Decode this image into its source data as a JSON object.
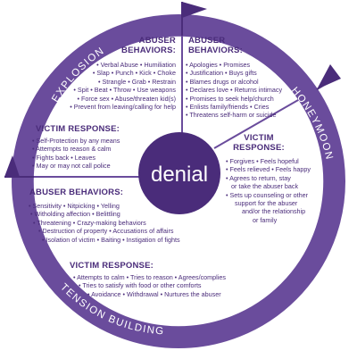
{
  "colors": {
    "ring": "#6a4c9c",
    "text": "#4a2c7a",
    "center": "#4a2c7a"
  },
  "ring": {
    "explosion": "EXPLOSION",
    "honeymoon": "HONEYMOON",
    "tension_building": "TENSION BUILDING"
  },
  "center": "denial",
  "explosion_abuser": {
    "heading_line1": "ABUSER",
    "heading_line2": "BEHAVIORS:",
    "items": [
      "• Verbal Abuse • Humiliation",
      "• Slap • Punch • Kick • Choke",
      "• Strangle • Grab • Restrain",
      "• Spit • Beat • Throw • Use weapons",
      "• Force sex • Abuse/threaten kid(s)",
      "• Prevent from leaving/calling for help"
    ]
  },
  "explosion_victim": {
    "heading": "VICTIM RESPONSE:",
    "items": [
      "• Self-Protection by any means",
      "• Attempts to reason & calm",
      "• Fights back • Leaves",
      "• May or may not call police"
    ]
  },
  "honeymoon_abuser": {
    "heading_line1": "ABUSER",
    "heading_line2": "BEHAVIORS:",
    "items": [
      "• Apologies • Promises",
      "• Justification • Buys gifts",
      "• Blames drugs or alcohol",
      "• Declares love • Returns intimacy",
      "• Promises to seek help/church",
      "• Enlists family/friends • Cries",
      "• Threatens self-harm or suicide"
    ]
  },
  "honeymoon_victim": {
    "heading_line1": "VICTIM",
    "heading_line2": "RESPONSE:",
    "items": [
      "• Forgives • Feels hopeful",
      "• Feels relieved • Feels happy",
      "• Agrees to return, stay",
      "  or take the abuser back",
      "• Sets up counseling or other",
      "  support for the abuser",
      "  and/or the relationship",
      "  or family"
    ]
  },
  "tension_abuser": {
    "heading": "ABUSER BEHAVIORS:",
    "items": [
      "• Sensitivity • Nitpicking • Yelling",
      "• Witholding affection • Belittling",
      "• Threatening • Crazy-making behaviors",
      "• Destruction of property • Accusations of affairs",
      "• Isolation of victim • Baiting • Instigation of fights"
    ]
  },
  "tension_victim": {
    "heading": "VICTIM RESPONSE:",
    "items": [
      "• Attempts to calm • Tries to reason • Agrees/complies",
      "• Tries to satisfy with food or other comforts",
      "• Avoidance • Withdrawal • Nurtures the abuser"
    ]
  }
}
